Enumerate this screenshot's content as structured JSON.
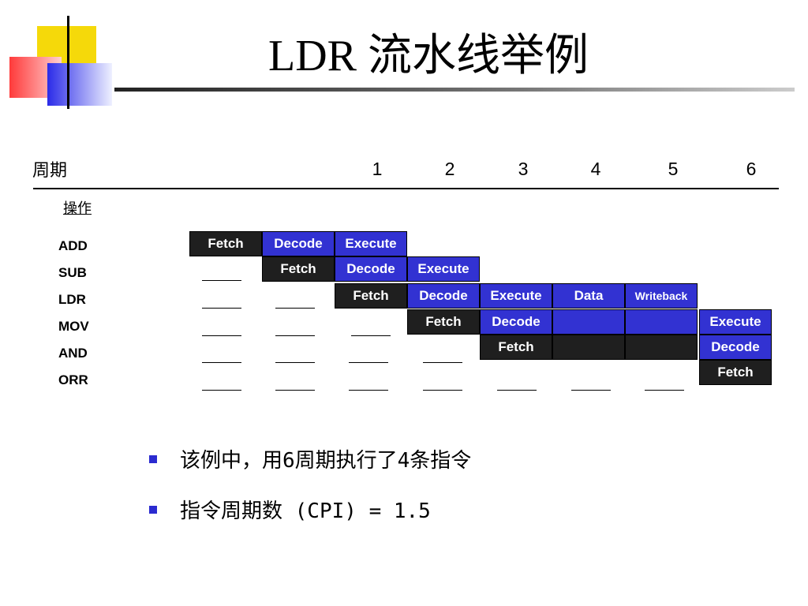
{
  "title": "LDR 流水线举例",
  "header": {
    "cycle_label": "周期",
    "operation_label": "操作",
    "cycles": [
      "1",
      "2",
      "3",
      "4",
      "5",
      "6"
    ]
  },
  "instructions": [
    "ADD",
    "SUB",
    "LDR",
    "MOV",
    "AND",
    "ORR"
  ],
  "stages": {
    "fetch": "Fetch",
    "decode": "Decode",
    "execute": "Execute",
    "data": "Data",
    "writeback": "Writeback"
  },
  "bullets": [
    "该例中，用6周期执行了4条指令",
    "指令周期数 (CPI) = 1.5"
  ],
  "colors": {
    "stage_dark": "#1f1f1f",
    "stage_blue": "#3232d2",
    "bullet": "#2b2bd0"
  }
}
